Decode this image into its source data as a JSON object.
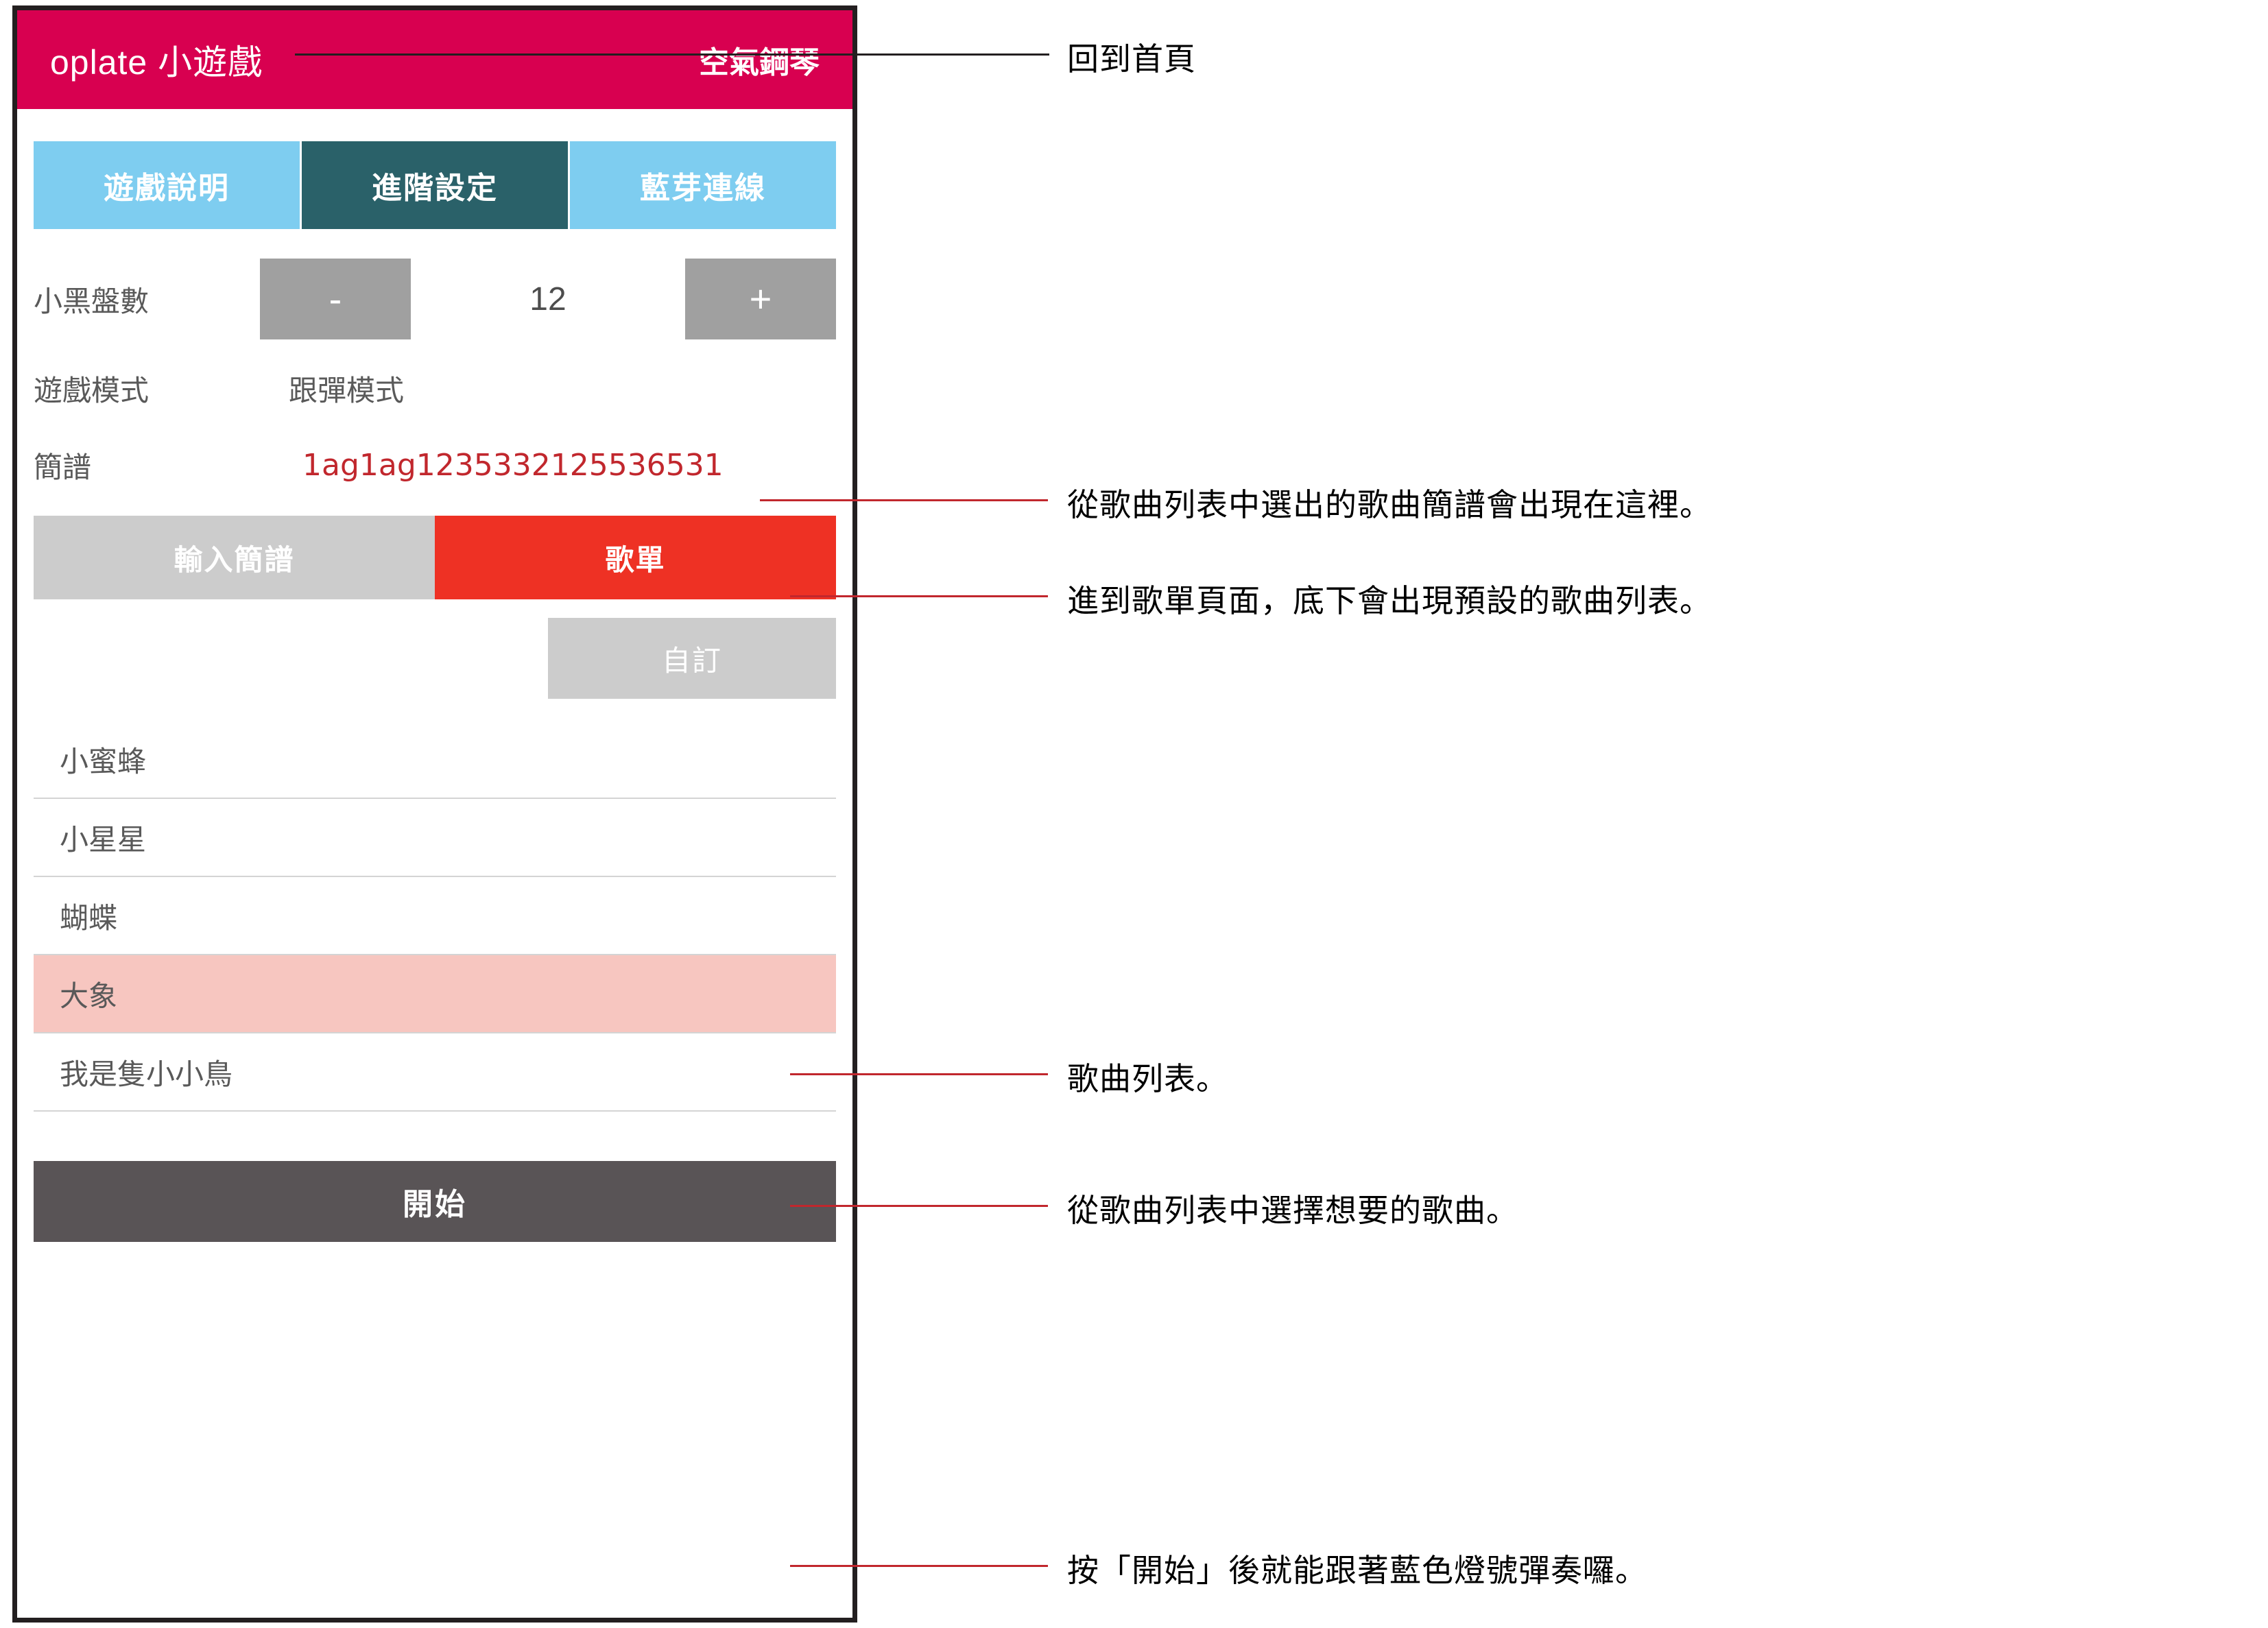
{
  "app": {
    "header": {
      "title": "oplate 小遊戲",
      "subtitle": "空氣鋼琴"
    },
    "tabs": [
      {
        "label": "遊戲說明",
        "active": false
      },
      {
        "label": "進階設定",
        "active": true
      },
      {
        "label": "藍芽連線",
        "active": false
      }
    ],
    "settings": {
      "disc_count": {
        "label": "小黑盤數",
        "value": "12",
        "minus_label": "-",
        "plus_label": "+"
      },
      "game_mode": {
        "label": "遊戲模式",
        "value": "跟彈模式"
      },
      "notation": {
        "label": "簡譜",
        "value": "1ag1ag1235332125536531"
      }
    },
    "source_tabs": [
      {
        "label": "輸入簡譜",
        "selected": false
      },
      {
        "label": "歌單",
        "selected": true
      }
    ],
    "custom_button": {
      "label": "自訂"
    },
    "song_list": [
      {
        "label": "小蜜蜂",
        "selected": false
      },
      {
        "label": "小星星",
        "selected": false
      },
      {
        "label": "蝴蝶",
        "selected": false
      },
      {
        "label": "大象",
        "selected": true
      },
      {
        "label": "我是隻小小鳥",
        "selected": false
      }
    ],
    "start_button": {
      "label": "開始"
    }
  },
  "annotations": [
    {
      "id": "home",
      "text": "回到首頁"
    },
    {
      "id": "notation",
      "text": "從歌曲列表中選出的歌曲簡譜會出現在這裡。"
    },
    {
      "id": "songlist-page",
      "text": "進到歌單頁面，底下會出現預設的歌曲列表。"
    },
    {
      "id": "songlist",
      "text": "歌曲列表。"
    },
    {
      "id": "select-song",
      "text": "從歌曲列表中選擇想要的歌曲。"
    },
    {
      "id": "start",
      "text": "按「開始」後就能跟著藍色燈號彈奏囉。"
    }
  ],
  "colors": {
    "header_pink": "#d80050",
    "tab_blue": "#7ecdf0",
    "tab_active": "#2a6169",
    "accent_red": "#ee3124",
    "notation_red": "#c1272d",
    "selected_row": "#f7c6c0",
    "gray_button": "#cccccc",
    "stepper_gray": "#a0a0a0",
    "start_gray": "#595456"
  }
}
